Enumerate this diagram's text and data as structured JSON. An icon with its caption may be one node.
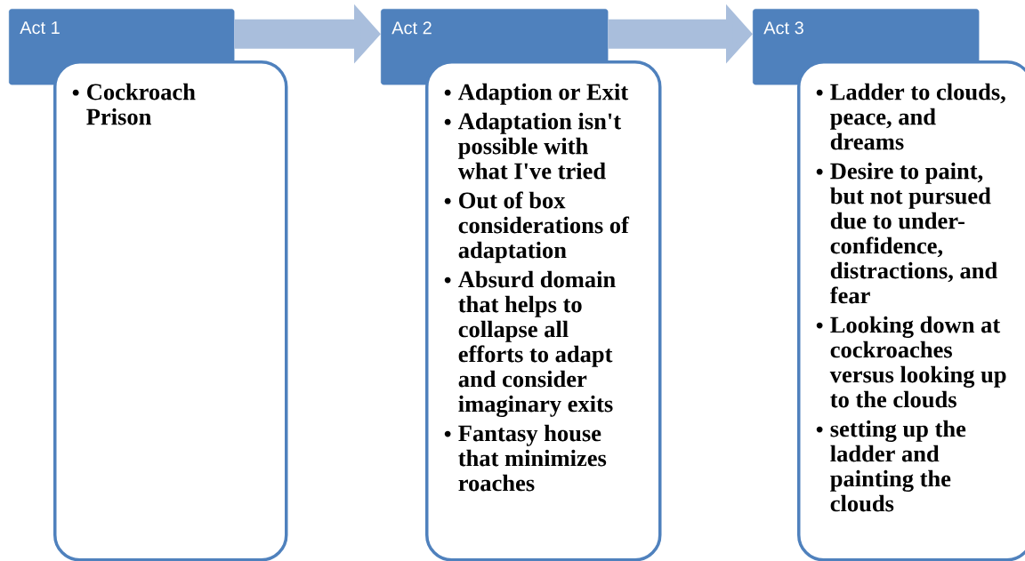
{
  "diagram": {
    "nodes": [
      {
        "text": [
          "Act 1"
        ]
      },
      {
        "text": [
          "Cockroach Prison"
        ]
      },
      {
        "text": [
          "Act 2"
        ]
      },
      {
        "text": [
          "Adaption or Exit",
          "Adaptation isn't possible with what I've tried",
          "Out of box considerations of adaptation",
          "Absurd domain that helps to collapse all efforts to adapt and consider imaginary exits",
          "Fantasy house that minimizes roaches"
        ]
      },
      {
        "text": [
          "Act 3"
        ]
      },
      {
        "text": [
          "Ladder to clouds, peace, and dreams",
          "Desire to paint, but not pursued due to under-confidence, distractions, and fear",
          "Looking down at cockroaches versus looking up to the clouds",
          "setting up the ladder and painting the clouds"
        ]
      }
    ],
    "edges": [
      {
        "from": 0,
        "to": 2,
        "arrow": "to"
      },
      {
        "from": 2,
        "to": 4,
        "arrow": "to"
      }
    ]
  }
}
